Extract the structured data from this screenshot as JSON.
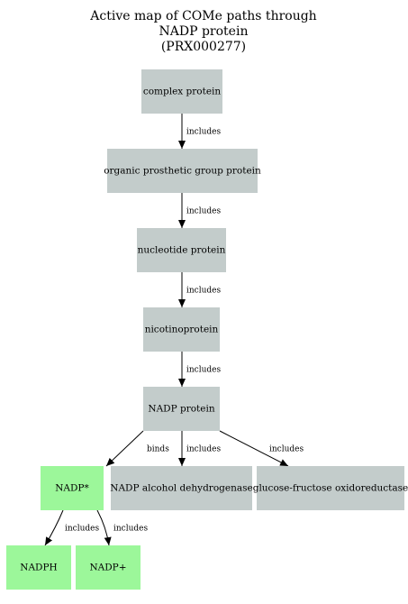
{
  "title": {
    "lines": [
      "Active map of COMe paths through",
      "NADP protein",
      "(PRX000277)"
    ]
  },
  "colors": {
    "gray_node": "#c3cccb",
    "green_node": "#9cf79a",
    "edge": "#000000"
  },
  "nodes": [
    {
      "id": "complex",
      "label": "complex protein",
      "style": "gray"
    },
    {
      "id": "organic",
      "label": "organic prosthetic group protein",
      "style": "gray"
    },
    {
      "id": "nucleotide",
      "label": "nucleotide protein",
      "style": "gray"
    },
    {
      "id": "nicotino",
      "label": "nicotinoprotein",
      "style": "gray"
    },
    {
      "id": "nadp_protein",
      "label": "NADP protein",
      "style": "gray"
    },
    {
      "id": "nadp_star",
      "label": "NADP*",
      "style": "green"
    },
    {
      "id": "nadp_adh",
      "label": "NADP alcohol dehydrogenase",
      "style": "gray"
    },
    {
      "id": "gfo",
      "label": "glucose-fructose oxidoreductase",
      "style": "gray"
    },
    {
      "id": "nadph",
      "label": "NADPH",
      "style": "green"
    },
    {
      "id": "nadp_plus",
      "label": "NADP+",
      "style": "green"
    }
  ],
  "edges": [
    {
      "from": "complex",
      "to": "organic",
      "label": "includes"
    },
    {
      "from": "organic",
      "to": "nucleotide",
      "label": "includes"
    },
    {
      "from": "nucleotide",
      "to": "nicotino",
      "label": "includes"
    },
    {
      "from": "nicotino",
      "to": "nadp_protein",
      "label": "includes"
    },
    {
      "from": "nadp_protein",
      "to": "nadp_star",
      "label": "binds"
    },
    {
      "from": "nadp_protein",
      "to": "nadp_adh",
      "label": "includes"
    },
    {
      "from": "nadp_protein",
      "to": "gfo",
      "label": "includes"
    },
    {
      "from": "nadp_star",
      "to": "nadph",
      "label": "includes"
    },
    {
      "from": "nadp_star",
      "to": "nadp_plus",
      "label": "includes"
    }
  ]
}
